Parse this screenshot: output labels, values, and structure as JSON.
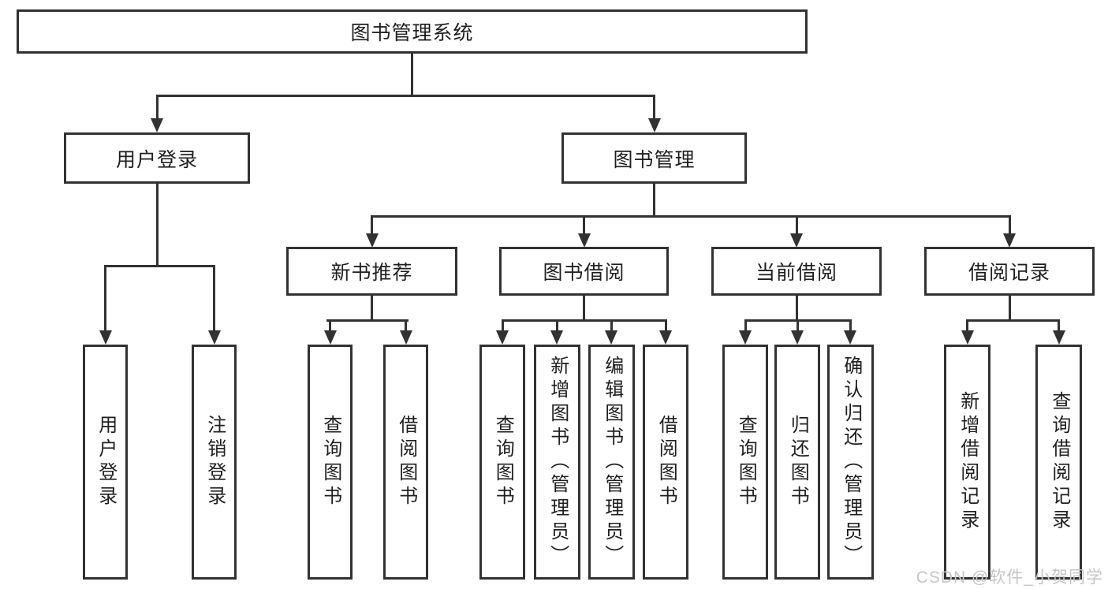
{
  "diagram": {
    "root": {
      "label": "图书管理系统"
    },
    "branches": [
      {
        "label": "用户登录",
        "leaves": [
          "用户登录",
          "注销登录"
        ]
      },
      {
        "label": "图书管理",
        "children": [
          {
            "label": "新书推荐",
            "leaves": [
              "查询图书",
              "借阅图书"
            ]
          },
          {
            "label": "图书借阅",
            "leaves": [
              "查询图书",
              "新增图书（管理员）",
              "编辑图书（管理员）",
              "借阅图书"
            ]
          },
          {
            "label": "当前借阅",
            "leaves": [
              "查询图书",
              "归还图书",
              "确认归还（管理员）"
            ]
          },
          {
            "label": "借阅记录",
            "leaves": [
              "新增借阅记录",
              "查询借阅记录"
            ]
          }
        ]
      }
    ]
  },
  "watermark": {
    "text": "CSDN @软件_小贺同学"
  },
  "colors": {
    "line": "#323232",
    "text": "#1f1f1f",
    "watermark": "#c5c5c5",
    "background": "#ffffff"
  }
}
